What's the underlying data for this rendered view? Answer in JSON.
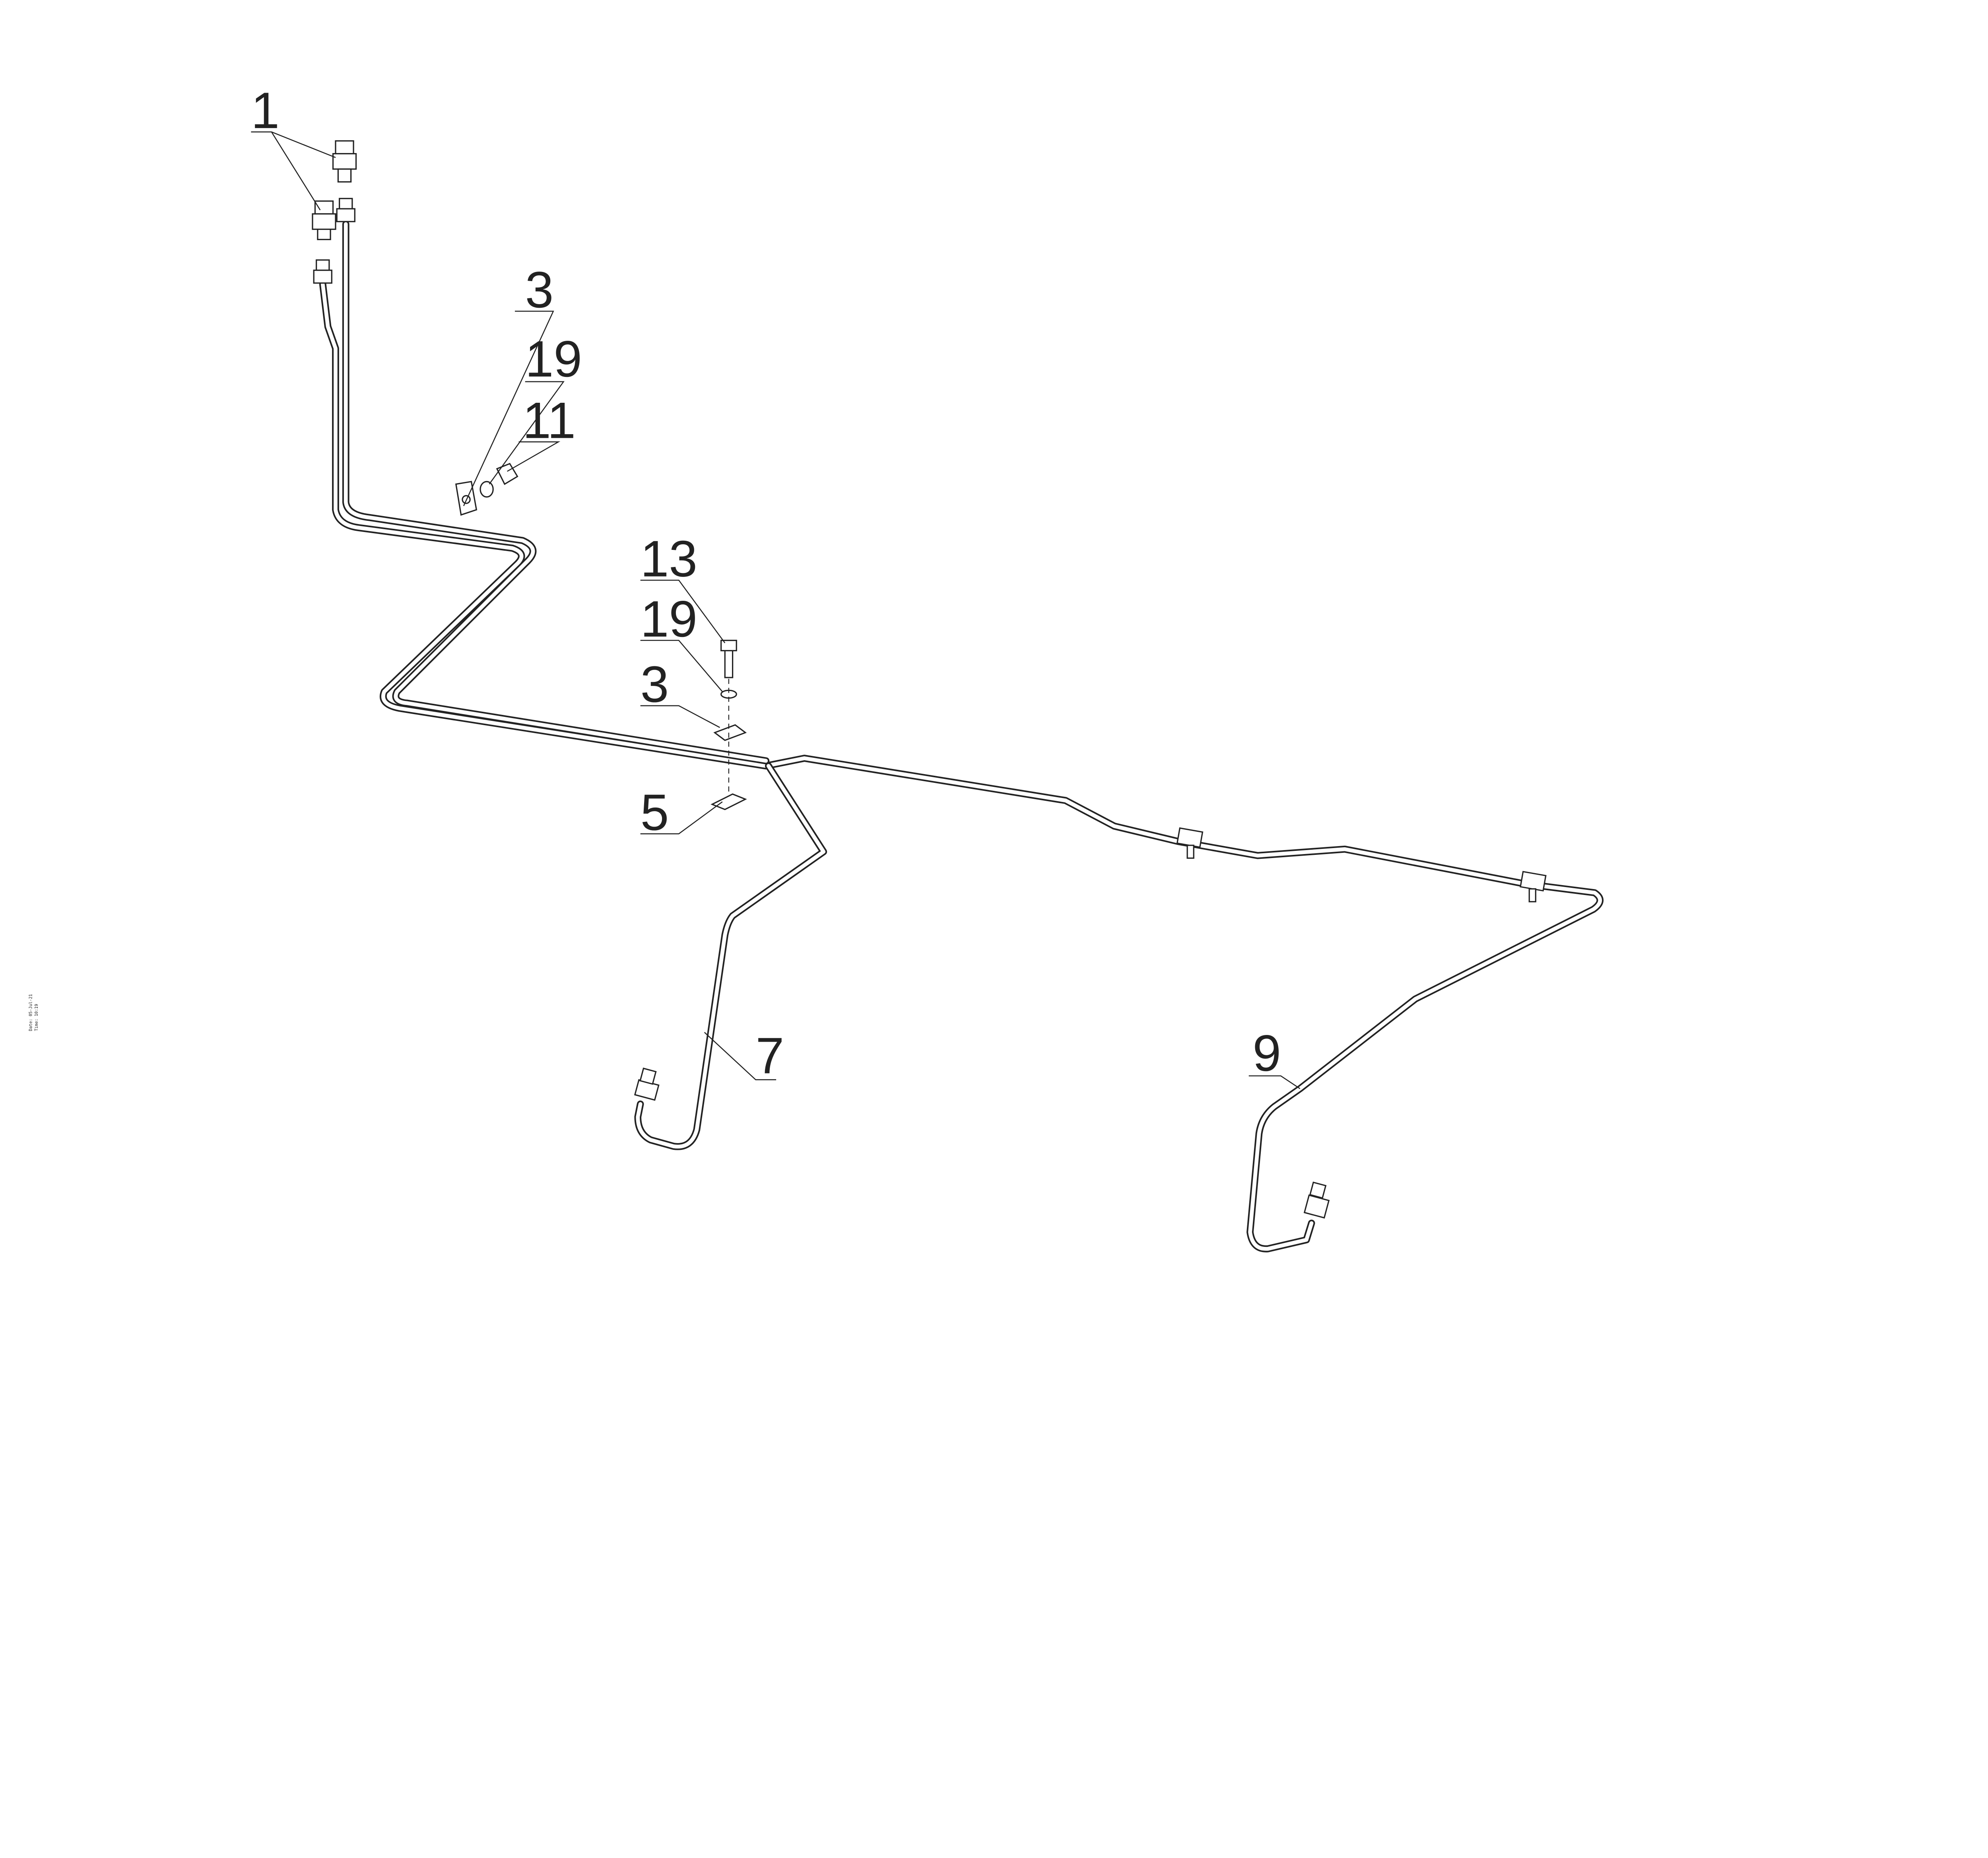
{
  "drawing": {
    "callouts": {
      "c1": "1",
      "c3a": "3",
      "c19a": "19",
      "c11": "11",
      "c13": "13",
      "c19b": "19",
      "c3b": "3",
      "c5": "5",
      "c7": "7",
      "c9": "9"
    },
    "stamp": {
      "date": "Date: 05-Jul-21",
      "time": "Time: 10:19"
    }
  }
}
